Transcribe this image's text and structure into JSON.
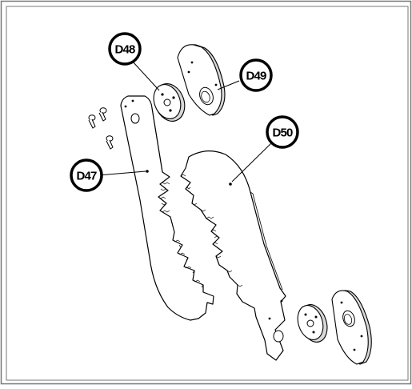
{
  "diagram": {
    "callouts": [
      {
        "id": "d48",
        "label": "D48"
      },
      {
        "id": "d49",
        "label": "D49"
      },
      {
        "id": "d50",
        "label": "D50"
      },
      {
        "id": "d47",
        "label": "D47"
      }
    ],
    "colors": {
      "line": "#000000",
      "fill": "#ffffff",
      "shade": "#d8d8d8",
      "frame": "#777777"
    }
  }
}
